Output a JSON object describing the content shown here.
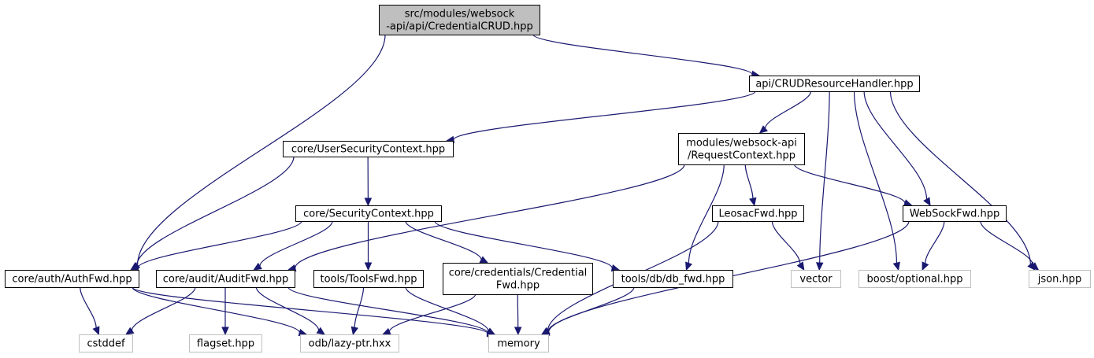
{
  "diagram": {
    "type": "include-dependency-graph",
    "colors": {
      "edge": "#191970",
      "root_fill": "#bfbfbf",
      "node_border": "#000000",
      "external_border": "#bfbfbf",
      "background": "#ffffff"
    },
    "nodes": [
      {
        "id": "root",
        "lines": [
          "src/modules/websock",
          "-api/api/CredentialCRUD.hpp"
        ],
        "kind": "root"
      },
      {
        "id": "crud_handler",
        "lines": [
          "api/CRUDResourceHandler.hpp"
        ],
        "kind": "internal"
      },
      {
        "id": "user_sec_ctx",
        "lines": [
          "core/UserSecurityContext.hpp"
        ],
        "kind": "internal"
      },
      {
        "id": "request_ctx",
        "lines": [
          "modules/websock-api",
          "/RequestContext.hpp"
        ],
        "kind": "internal"
      },
      {
        "id": "security_ctx",
        "lines": [
          "core/SecurityContext.hpp"
        ],
        "kind": "internal"
      },
      {
        "id": "leosac_fwd",
        "lines": [
          "LeosacFwd.hpp"
        ],
        "kind": "internal"
      },
      {
        "id": "websock_fwd",
        "lines": [
          "WebSockFwd.hpp"
        ],
        "kind": "internal"
      },
      {
        "id": "auth_fwd",
        "lines": [
          "core/auth/AuthFwd.hpp"
        ],
        "kind": "internal"
      },
      {
        "id": "audit_fwd",
        "lines": [
          "core/audit/AuditFwd.hpp"
        ],
        "kind": "internal"
      },
      {
        "id": "tools_fwd",
        "lines": [
          "tools/ToolsFwd.hpp"
        ],
        "kind": "internal"
      },
      {
        "id": "cred_fwd",
        "lines": [
          "core/credentials/Credential",
          "Fwd.hpp"
        ],
        "kind": "internal"
      },
      {
        "id": "db_fwd",
        "lines": [
          "tools/db/db_fwd.hpp"
        ],
        "kind": "internal"
      },
      {
        "id": "vector",
        "lines": [
          "vector"
        ],
        "kind": "external"
      },
      {
        "id": "boost_optional",
        "lines": [
          "boost/optional.hpp"
        ],
        "kind": "external"
      },
      {
        "id": "json",
        "lines": [
          "json.hpp"
        ],
        "kind": "external"
      },
      {
        "id": "cstddef",
        "lines": [
          "cstddef"
        ],
        "kind": "external"
      },
      {
        "id": "flagset",
        "lines": [
          "flagset.hpp"
        ],
        "kind": "external"
      },
      {
        "id": "lazy_ptr",
        "lines": [
          "odb/lazy-ptr.hxx"
        ],
        "kind": "external"
      },
      {
        "id": "memory",
        "lines": [
          "memory"
        ],
        "kind": "external"
      }
    ],
    "edges": [
      {
        "from": "root",
        "to": "crud_handler"
      },
      {
        "from": "root",
        "to": "auth_fwd"
      },
      {
        "from": "crud_handler",
        "to": "user_sec_ctx"
      },
      {
        "from": "crud_handler",
        "to": "request_ctx"
      },
      {
        "from": "crud_handler",
        "to": "vector"
      },
      {
        "from": "crud_handler",
        "to": "boost_optional"
      },
      {
        "from": "crud_handler",
        "to": "websock_fwd"
      },
      {
        "from": "crud_handler",
        "to": "json"
      },
      {
        "from": "user_sec_ctx",
        "to": "security_ctx"
      },
      {
        "from": "user_sec_ctx",
        "to": "auth_fwd"
      },
      {
        "from": "request_ctx",
        "to": "audit_fwd"
      },
      {
        "from": "request_ctx",
        "to": "leosac_fwd"
      },
      {
        "from": "request_ctx",
        "to": "db_fwd"
      },
      {
        "from": "request_ctx",
        "to": "websock_fwd"
      },
      {
        "from": "security_ctx",
        "to": "auth_fwd"
      },
      {
        "from": "security_ctx",
        "to": "audit_fwd"
      },
      {
        "from": "security_ctx",
        "to": "tools_fwd"
      },
      {
        "from": "security_ctx",
        "to": "cred_fwd"
      },
      {
        "from": "security_ctx",
        "to": "db_fwd"
      },
      {
        "from": "leosac_fwd",
        "to": "vector"
      },
      {
        "from": "leosac_fwd",
        "to": "memory"
      },
      {
        "from": "websock_fwd",
        "to": "boost_optional"
      },
      {
        "from": "websock_fwd",
        "to": "json"
      },
      {
        "from": "websock_fwd",
        "to": "memory"
      },
      {
        "from": "auth_fwd",
        "to": "cstddef"
      },
      {
        "from": "auth_fwd",
        "to": "lazy_ptr"
      },
      {
        "from": "auth_fwd",
        "to": "memory"
      },
      {
        "from": "audit_fwd",
        "to": "cstddef"
      },
      {
        "from": "audit_fwd",
        "to": "flagset"
      },
      {
        "from": "audit_fwd",
        "to": "lazy_ptr"
      },
      {
        "from": "audit_fwd",
        "to": "memory"
      },
      {
        "from": "tools_fwd",
        "to": "lazy_ptr"
      },
      {
        "from": "tools_fwd",
        "to": "memory"
      },
      {
        "from": "cred_fwd",
        "to": "lazy_ptr"
      },
      {
        "from": "cred_fwd",
        "to": "memory"
      },
      {
        "from": "db_fwd",
        "to": "memory"
      }
    ]
  }
}
